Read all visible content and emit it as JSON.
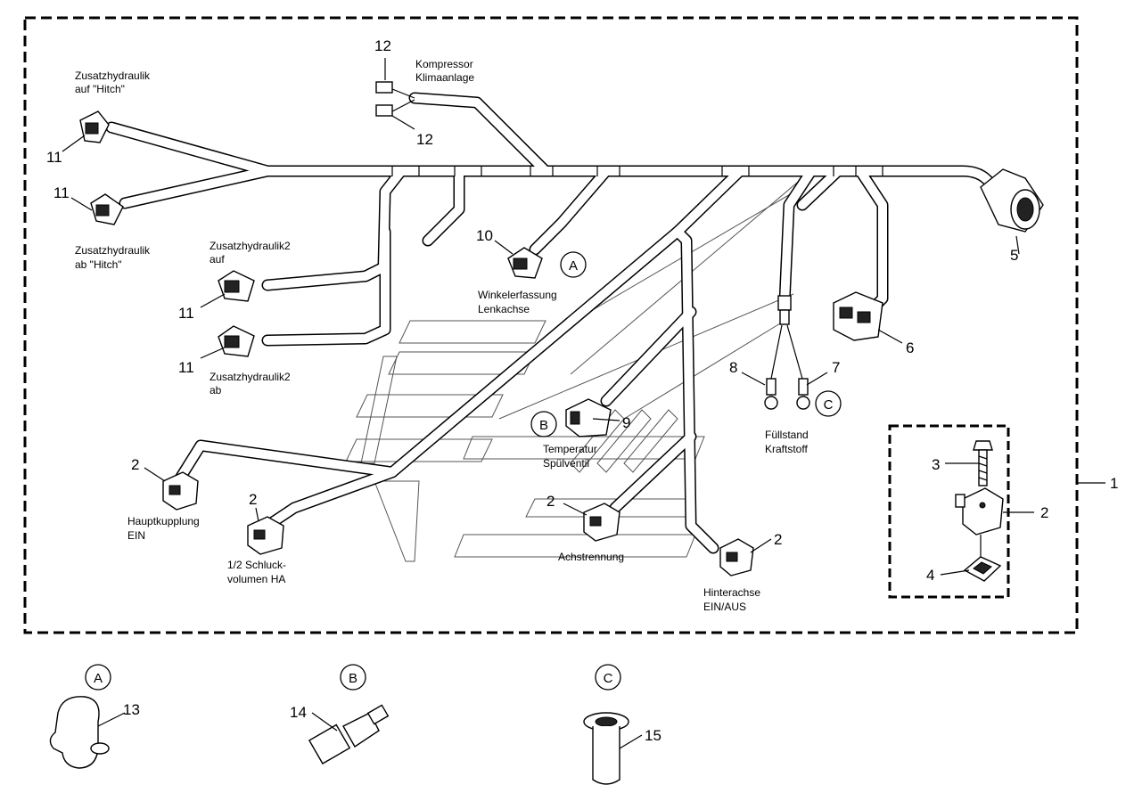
{
  "labels": {
    "zh_hitch_up_1": "Zusatzhydraulik",
    "zh_hitch_up_2": "auf \"Hitch\"",
    "zh_hitch_down_1": "Zusatzhydraulik",
    "zh_hitch_down_2": "ab \"Hitch\"",
    "zh2_up_1": "Zusatzhydraulik2",
    "zh2_up_2": "auf",
    "zh2_down_1": "Zusatzhydraulik2",
    "zh2_down_2": "ab",
    "compressor_1": "Kompressor",
    "compressor_2": "Klimaanlage",
    "angle_1": "Winkelerfassung",
    "angle_2": "Lenkachse",
    "temp_1": "Temperatur",
    "temp_2": "Spülventil",
    "fuel_1": "Füllstand",
    "fuel_2": "Kraftstoff",
    "main_clutch_1": "Hauptkupplung",
    "main_clutch_2": "EIN",
    "half_1": "1/2 Schluck-",
    "half_2": "volumen HA",
    "axle_sep": "Achstrennung",
    "rear_axle_1": "Hinterachse",
    "rear_axle_2": "EIN/AUS"
  },
  "numbers": {
    "n1": "1",
    "n2a": "2",
    "n2b": "2",
    "n2c": "2",
    "n2d": "2",
    "n2e": "2",
    "n3": "3",
    "n4": "4",
    "n5": "5",
    "n6": "6",
    "n7": "7",
    "n8": "8",
    "n9": "9",
    "n10": "10",
    "n11a": "11",
    "n11b": "11",
    "n11c": "11",
    "n11d": "11",
    "n12a": "12",
    "n12b": "12",
    "n13": "13",
    "n14": "14",
    "n15": "15"
  },
  "callouts": {
    "a": "A",
    "b": "B",
    "c": "C",
    "detail_a": "A",
    "detail_b": "B",
    "detail_c": "C"
  }
}
